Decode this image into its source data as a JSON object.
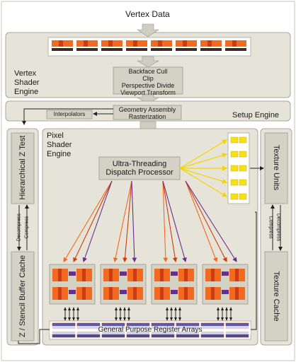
{
  "labels": {
    "vertex_data": "Vertex Data",
    "vertex_shader_engine": [
      "Vertex",
      "Shader",
      "Engine"
    ],
    "vertex_ops": [
      "Backface Cull",
      "Clip",
      "Perspective Divide",
      "Viewport Transform"
    ],
    "setup_engine": "Setup Engine",
    "geometry": [
      "Geometry Assembly",
      "Rasterization"
    ],
    "interpolators": "Interpolators",
    "pixel_shader_engine": [
      "Pixel",
      "Shader",
      "Engine"
    ],
    "dispatch": [
      "Ultra-Threading",
      "Dispatch Processor"
    ],
    "hierarchical_z": "Hierarchical Z Test",
    "z_stencil_cache": "Z / Stencil Buffer Cache",
    "decompress": "Decompress",
    "compress": "Compress",
    "texture_units": "Texture Units",
    "texture_cache": "Texture Cache",
    "gpr_arrays": "General Purpose Register Arrays"
  },
  "colors": {
    "panel_fill": "#e6e4d8",
    "panel_border": "#a9a79b",
    "box_fill": "#d4d2c4",
    "orange": "#f26a1f",
    "dark_orange": "#cc3d10",
    "purple": "#6a2c8e",
    "yellow": "#f7e01a",
    "yellow_line": "#f5d400",
    "arrow_fill": "#cfcdc2",
    "gpr_blue": "#3a3a8c",
    "gpr_red": "#b1352a"
  }
}
